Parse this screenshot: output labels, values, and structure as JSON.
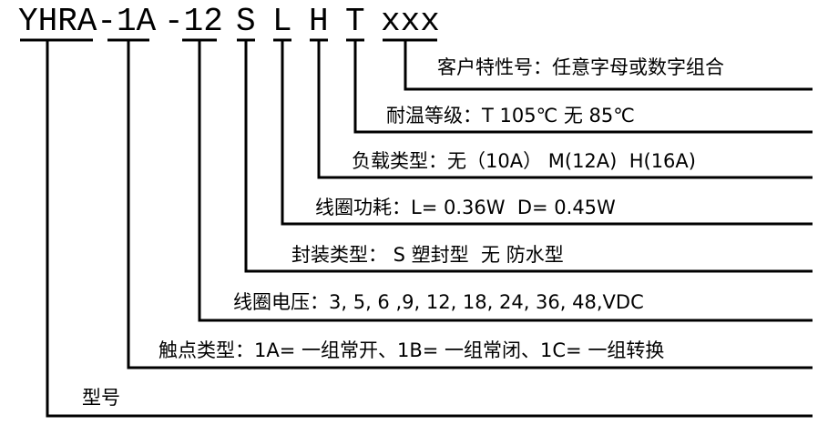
{
  "code_segments": {
    "model": "YHRA-1A",
    "voltage": "-12",
    "seal": "S",
    "coil": "L",
    "load": "H",
    "temp": "T",
    "custom": "xxx"
  },
  "descriptions": {
    "custom": "客户特性号：任意字母或数字组合",
    "temp": "耐温等级：T 105℃ 无 85℃",
    "load": "负载类型：无（10A） M(12A)  H(16A)",
    "coil": "线圈功耗：L= 0.36W  D= 0.45W",
    "seal": "封装类型： S 塑封型  无 防水型",
    "voltage": "线圈电压：3, 5, 6 ,9, 12, 18, 24, 36, 48,VDC",
    "contact": "触点类型：1A= 一组常开、1B= 一组常闭、1C= 一组转换",
    "model": "型号"
  },
  "colors": {
    "ink": "#000000",
    "background": "#ffffff"
  }
}
